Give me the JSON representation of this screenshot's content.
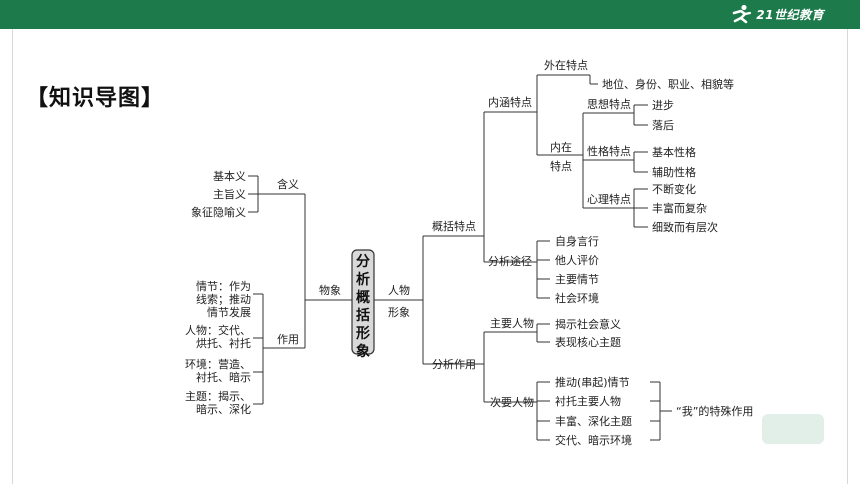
{
  "header": {
    "logo_text": "21世纪教育",
    "logo_icon": "runner-icon",
    "accent_color": "#1d7a4a"
  },
  "heading": "【知识导图】",
  "center": "分析概括形象",
  "left": {
    "meaning": {
      "label": "含义",
      "items": [
        "基本义",
        "主旨义",
        "象征隐喻义"
      ]
    },
    "object": "物象",
    "function": {
      "label": "作用",
      "items": [
        [
          "情节：作为",
          "线索；推动",
          "情节发展"
        ],
        [
          "人物：交代、",
          "烘托、衬托"
        ],
        [
          "环境：营造、",
          "衬托、暗示"
        ],
        [
          "主题：揭示、",
          "暗示、深化"
        ]
      ]
    }
  },
  "right": {
    "person": [
      "人物",
      "形象"
    ],
    "summarize": {
      "label": "概括特点",
      "connotation": {
        "label": "内涵特点",
        "external": {
          "label": "外在特点",
          "detail": "地位、身份、职业、相貌等"
        },
        "internal": {
          "label": [
            "内在",
            "特点"
          ],
          "thought": {
            "label": "思想特点",
            "items": [
              "进步",
              "落后"
            ]
          },
          "character": {
            "label": "性格特点",
            "items": [
              "基本性格",
              "辅助性格"
            ]
          },
          "psychology": {
            "label": "心理特点",
            "items": [
              "不断变化",
              "丰富而复杂",
              "细致而有层次"
            ]
          }
        }
      },
      "analysis_path": {
        "label": "分析途径",
        "items": [
          "自身言行",
          "他人评价",
          "主要情节",
          "社会环境"
        ]
      }
    },
    "analyze_function": {
      "label": "分析作用",
      "main": {
        "label": "主要人物",
        "items": [
          "揭示社会意义",
          "表现核心主题"
        ]
      },
      "secondary": {
        "label": "次要人物",
        "items": [
          "推动(串起)情节",
          "衬托主要人物",
          "丰富、深化主题",
          "交代、暗示环境"
        ],
        "note": "“我”的特殊作用"
      }
    }
  },
  "colors": {
    "line": "#333333",
    "center_box": "#d9d9d9",
    "topbar": "#1d7a4a"
  }
}
